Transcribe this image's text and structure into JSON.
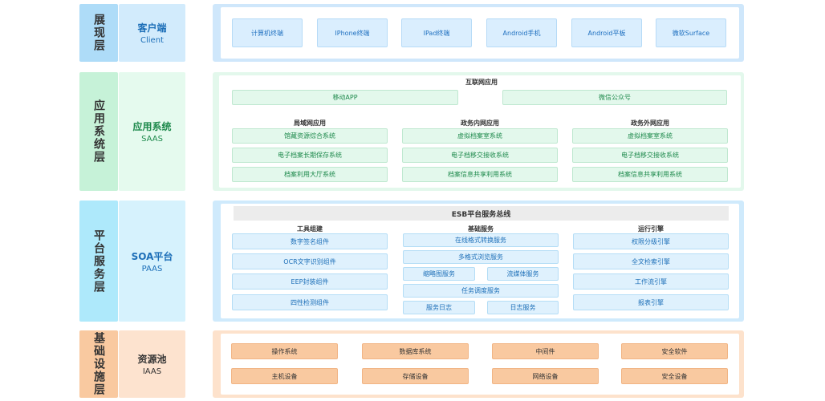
{
  "client_layer": {
    "tag": "展现层",
    "name_cn": "客户端",
    "name_en": "Client",
    "items": [
      "计算机终端",
      "IPhone终端",
      "IPad终端",
      "Android手机",
      "Android平板",
      "微软Surface"
    ]
  },
  "app_layer": {
    "tag": "应用系统层",
    "name_cn": "应用系统",
    "name_en": "SAAS",
    "internet": {
      "title": "互联网应用",
      "items": [
        "移动APP",
        "微信公众号"
      ]
    },
    "groups": [
      {
        "title": "局域网应用",
        "items": [
          "馆藏资源综合系统",
          "电子档案长期保存系统",
          "档案利用大厅系统"
        ]
      },
      {
        "title": "政务内网应用",
        "items": [
          "虚拟档案室系统",
          "电子档移交接收系统",
          "档案信息共享利用系统"
        ]
      },
      {
        "title": "政务外网应用",
        "items": [
          "虚拟档案室系统",
          "电子档移交接收系统",
          "档案信息共享利用系统"
        ]
      }
    ]
  },
  "soa_layer": {
    "tag": "平台服务层",
    "name_cn": "SOA平台",
    "name_en": "PAAS",
    "esb": "ESB平台服务总线",
    "tools": {
      "title": "工具组建",
      "items": [
        "数字签名组件",
        "OCR文字识别组件",
        "EEP封装组件",
        "四性检测组件"
      ]
    },
    "base": {
      "title": "基础服务",
      "online": "在线格式转换服务",
      "multi": "多格式浏览服务",
      "thumb": "缩略图服务",
      "stream": "流媒体服务",
      "schedule": "任务调度服务",
      "svclog": "服务日志",
      "log": "日志服务"
    },
    "engine": {
      "title": "运行引擎",
      "items": [
        "权限分级引擎",
        "全文检索引擎",
        "工作流引擎",
        "报表引擎"
      ]
    }
  },
  "infra_layer": {
    "tag": "基础设施层",
    "name_cn": "资源池",
    "name_en": "IAAS",
    "row1": [
      "操作系统",
      "数据库系统",
      "中间件",
      "安全软件"
    ],
    "row2": [
      "主机设备",
      "存储设备",
      "网络设备",
      "安全设备"
    ]
  }
}
